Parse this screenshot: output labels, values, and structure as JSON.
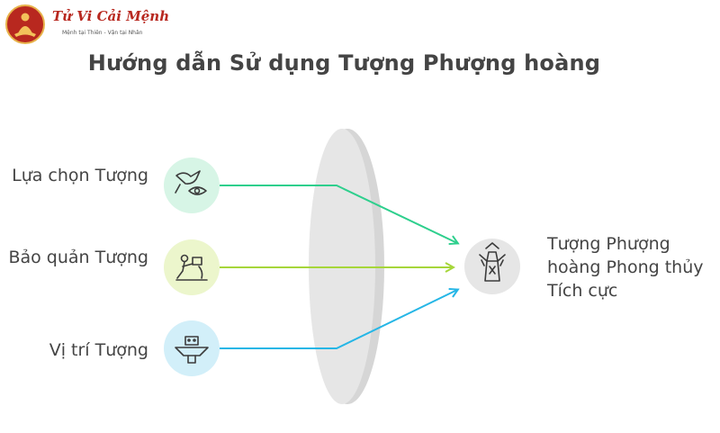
{
  "logo": {
    "title": "Tử Vi Cải Mệnh",
    "subtitle": "Mệnh tại Thiên - Vận tại Nhân"
  },
  "title": "Hướng dẫn Sử dụng Tượng Phượng hoàng",
  "inputs": [
    {
      "label": "Lựa chọn Tượng",
      "icon": "bird-eye-icon",
      "color": "#2ecf8d",
      "fill": "#d7f5e6"
    },
    {
      "label": "Bảo quản Tượng",
      "icon": "care-figure-icon",
      "color": "#a6d63a",
      "fill": "#ecf6cc"
    },
    {
      "label": "Vị trí Tượng",
      "icon": "totem-icon",
      "color": "#25b6e6",
      "fill": "#d2eff9"
    }
  ],
  "result": {
    "label": "Tượng Phượng hoàng Phong thủy Tích cực",
    "icon": "phoenix-statue-icon",
    "fill": "#e6e6e6"
  },
  "colors": {
    "lens": "#e3e3e3",
    "lens_edge": "#d2d2d2",
    "icon_stroke": "#3c3c3c"
  }
}
